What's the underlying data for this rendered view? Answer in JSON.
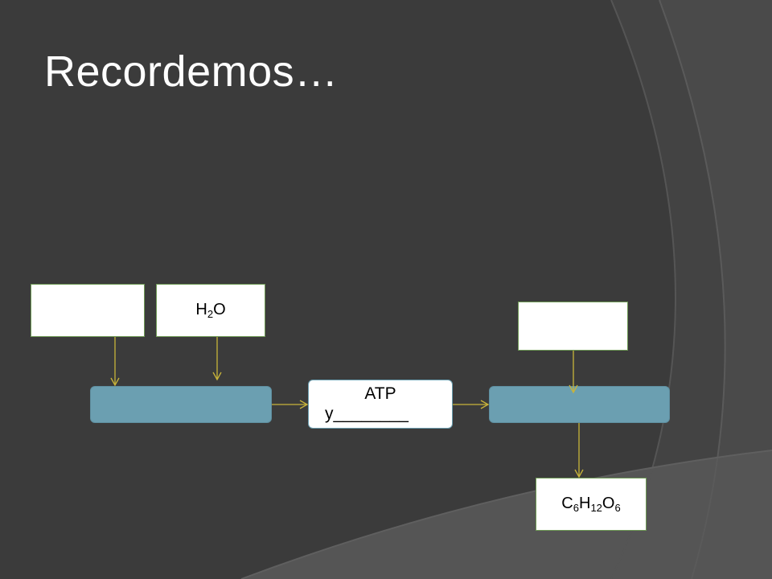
{
  "slide": {
    "title": "Recordemos…"
  },
  "diagram": {
    "boxes": {
      "top_left_blank": "",
      "water": {
        "main": "H",
        "sub1": "2",
        "tail": "O"
      },
      "top_right_blank": "",
      "product": {
        "c": "C",
        "c_sub": "6",
        "h": "H",
        "h_sub": "12",
        "o": "O",
        "o_sub": "6"
      }
    },
    "middle": {
      "line1": "ATP",
      "line2": "y________"
    }
  },
  "colors": {
    "background": "#3b3b3b",
    "bar_fill": "#6b9fb1",
    "box_border": "#6e9a55",
    "arrow": "#c8b43a"
  }
}
